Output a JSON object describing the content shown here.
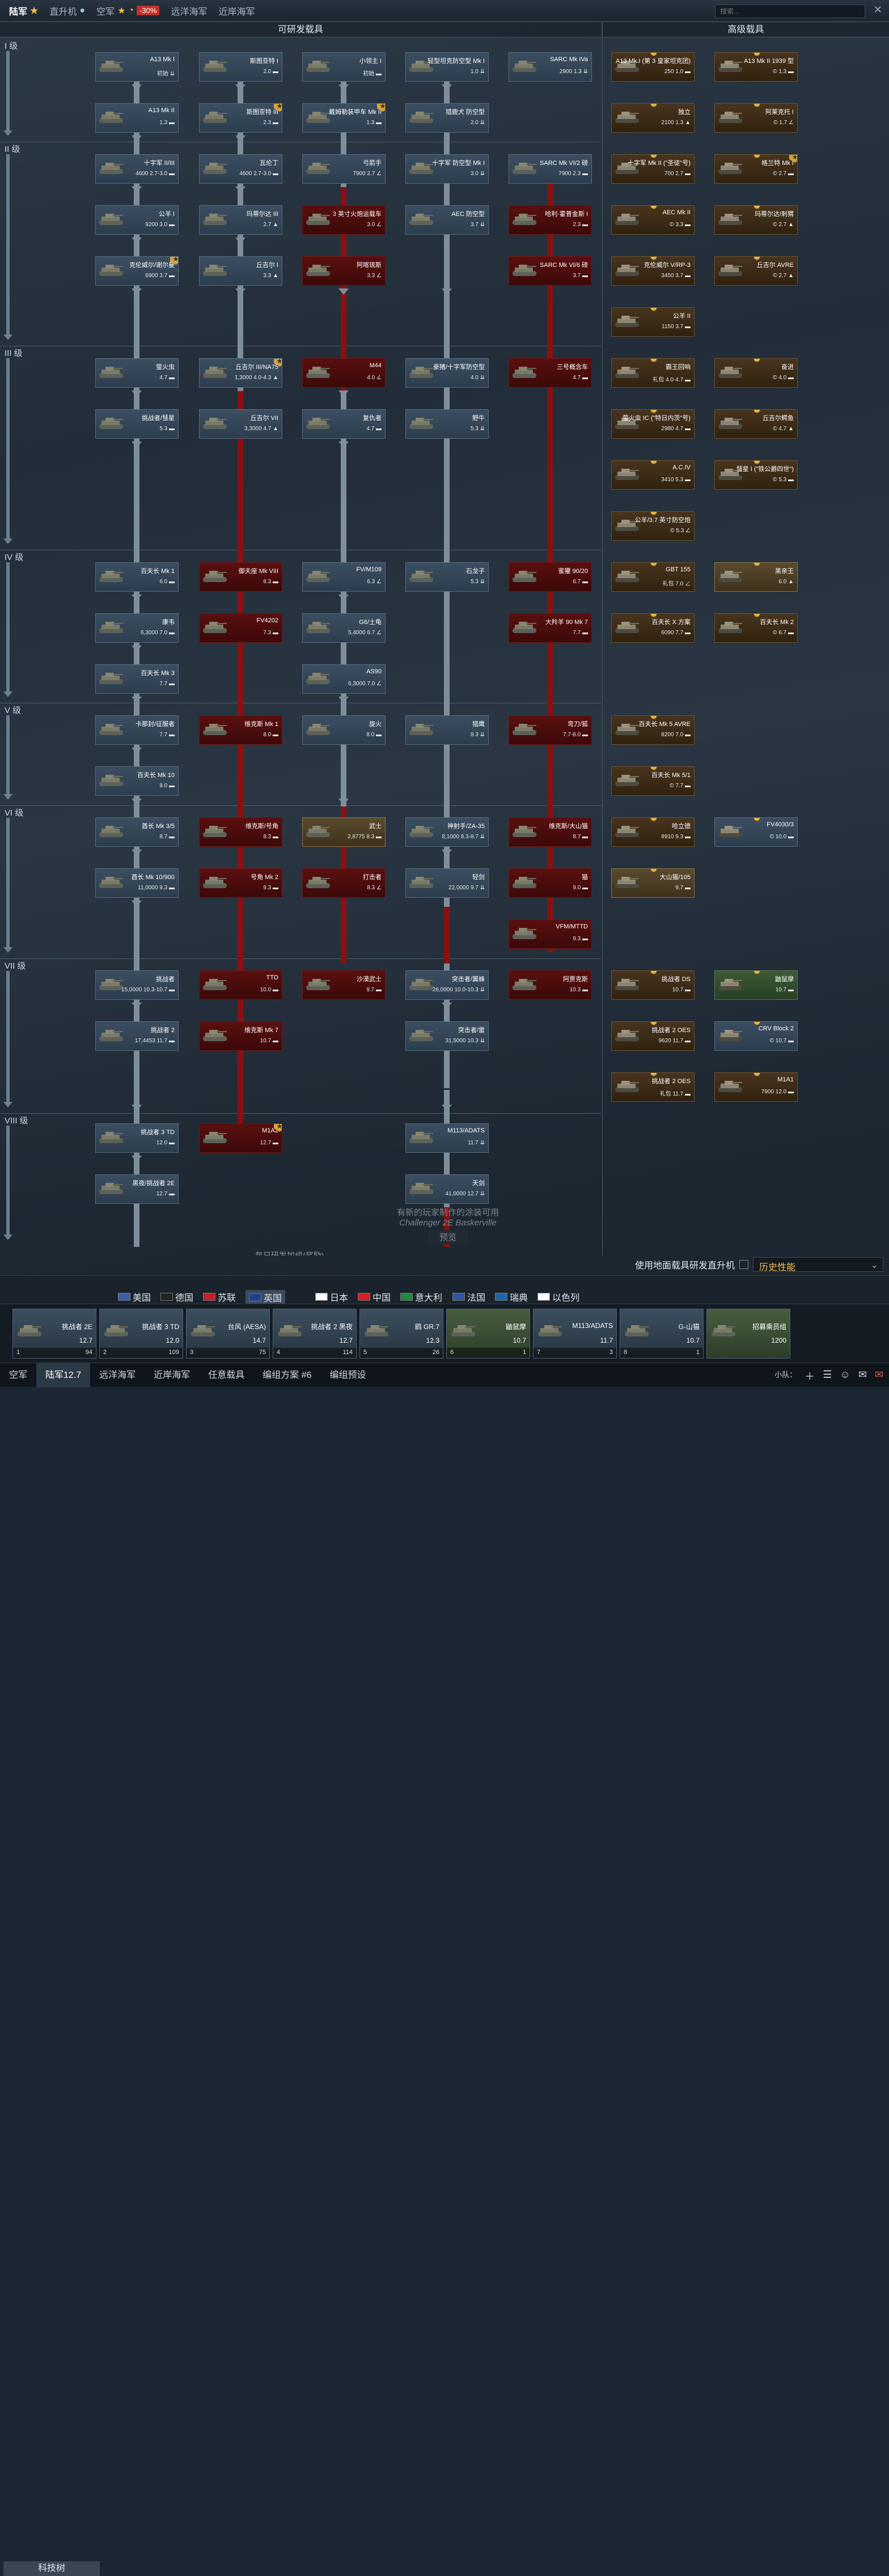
{
  "topbar": {
    "tabs": [
      {
        "label": "陆军"
      },
      {
        "label": "直升机"
      },
      {
        "label": "空军"
      },
      {
        "label": "远洋海军"
      },
      {
        "label": "近岸海军"
      }
    ],
    "discount": "-30%",
    "search_placeholder": "搜索..."
  },
  "headers": {
    "researchable": "可研发载具",
    "premium": "高级载具"
  },
  "ranks": [
    "I 级",
    "II 级",
    "III 级",
    "IV 级",
    "V 级",
    "VI 级",
    "VII 级",
    "VIII 级"
  ],
  "vehicles": [
    {
      "name": "A13 Mk I",
      "info": "初始 ⇊"
    },
    {
      "name": "斯图亚特 I",
      "info": "2.0 ▬"
    },
    {
      "name": "小领主 I",
      "info": "初始 ▬"
    },
    {
      "name": "轻型坦克防空型 Mk I",
      "info": "1.0 ⇊"
    },
    {
      "name": "SARC Mk IVa",
      "info": "2900 1.3 ⇊"
    },
    {
      "name": "A13 Mk II",
      "info": "1.3 ▬"
    },
    {
      "name": "斯图亚特 III",
      "info": "2.3 ▬"
    },
    {
      "name": "戴姆勒装甲车 Mk II",
      "info": "1.3 ▬"
    },
    {
      "name": "猎鹿犬 防空型",
      "info": "2.0 ⇊"
    },
    {
      "name": "十字军 II/III",
      "info": "4600 2.7-3.0 ▬"
    },
    {
      "name": "瓦伦丁",
      "info": "4600 2.7-3.0 ▬"
    },
    {
      "name": "弓箭手",
      "info": "7900 2.7 ∠"
    },
    {
      "name": "十字军 防空型 Mk I",
      "info": "3.0 ⇊"
    },
    {
      "name": "SARC Mk VI/2 磅",
      "info": "7900 2.3 ▬"
    },
    {
      "name": "公羊 I",
      "info": "9200 3.0 ▬"
    },
    {
      "name": "玛蒂尔达 III",
      "info": "2.7 ▲"
    },
    {
      "name": "3 英寸火炮运载车",
      "info": "3.0 ∠"
    },
    {
      "name": "AEC 防空型",
      "info": "3.7 ⇊"
    },
    {
      "name": "哈利·霍普金斯 I",
      "info": "2.3 ▬"
    },
    {
      "name": "克伦威尔/谢尔曼",
      "info": "6900 3.7 ▬"
    },
    {
      "name": "丘吉尔 I",
      "info": "3.3 ▲"
    },
    {
      "name": "阿喀琉斯",
      "info": "3.3 ∠"
    },
    {
      "name": "SARC Mk VI/6 磅",
      "info": "3.7 ▬"
    },
    {
      "name": "萤火虫",
      "info": "4.7 ▬"
    },
    {
      "name": "丘吉尔 III/NA75",
      "info": "1,3000 4.0-4.3 ▲"
    },
    {
      "name": "M44",
      "info": "4.0 ∠"
    },
    {
      "name": "豪猪/十字军防空型",
      "info": "4.0 ⇊"
    },
    {
      "name": "三号概念车",
      "info": "4.7 ▬"
    },
    {
      "name": "挑战者/彗星",
      "info": "5.3 ▬"
    },
    {
      "name": "丘吉尔 VII",
      "info": "3,3000 4.7 ▲"
    },
    {
      "name": "复仇者",
      "info": "4.7 ▬"
    },
    {
      "name": "野牛",
      "info": "5.3 ⇊"
    },
    {
      "name": "百夫长 Mk 1",
      "info": "6.0 ▬"
    },
    {
      "name": "御夫座 Mk VIII",
      "info": "6.3 ▬"
    },
    {
      "name": "FV/M109",
      "info": "6.3 ∠"
    },
    {
      "name": "石龙子",
      "info": "5.3 ⇊"
    },
    {
      "name": "蜜獾 90/20",
      "info": "6.7 ▬"
    },
    {
      "name": "康韦",
      "info": "6,3000 7.0 ▬"
    },
    {
      "name": "FV4202",
      "info": "7.3 ▬"
    },
    {
      "name": "G6/土龟",
      "info": "5,4000 6.7 ∠"
    },
    {
      "name": "大羚羊 90 Mk 7",
      "info": "7.7 ▬"
    },
    {
      "name": "百夫长 Mk 3",
      "info": "7.7 ▬"
    },
    {
      "name": "AS90",
      "info": "6,3000 7.0 ∠"
    },
    {
      "name": "卡那封/征服者",
      "info": "7.7 ▬"
    },
    {
      "name": "维克斯 Mk 1",
      "info": "8.0 ▬"
    },
    {
      "name": "旋火",
      "info": "8.0 ▬"
    },
    {
      "name": "猎鹰",
      "info": "8.3 ⇊"
    },
    {
      "name": "弯刀/狐",
      "info": "7.7-8.0 ▬"
    },
    {
      "name": "百夫长 Mk 10",
      "info": "8.0 ▬"
    },
    {
      "name": "酋长 Mk 3/5",
      "info": "8.7 ▬"
    },
    {
      "name": "维克斯/号角",
      "info": "8.3 ▬"
    },
    {
      "name": "武士",
      "info": "2,8775 8.3 ▬"
    },
    {
      "name": "神射手/ZA-35",
      "info": "8,1000 8.3-8.7 ⇊"
    },
    {
      "name": "维克斯/大山猫",
      "info": "8.7 ▬"
    },
    {
      "name": "酋长 Mk 10/900",
      "info": "11,0000 9.3 ▬"
    },
    {
      "name": "号角 Mk 2",
      "info": "9.3 ▬"
    },
    {
      "name": "打击者",
      "info": "8.3 ∠"
    },
    {
      "name": "轻剑",
      "info": "22,0000 9.7 ⇊"
    },
    {
      "name": "猫",
      "info": "9.0 ▬"
    },
    {
      "name": "VFM/MTTD",
      "info": "9.3 ▬"
    },
    {
      "name": "挑战者",
      "info": "15,0000 10.3-10.7 ▬"
    },
    {
      "name": "TTD",
      "info": "10.0 ▬"
    },
    {
      "name": "沙漠武士",
      "info": "9.7 ▬"
    },
    {
      "name": "突击者/翼蜂",
      "info": "26,0000 10.0-10.3 ⇊"
    },
    {
      "name": "阿贾克斯",
      "info": "10.3 ▬"
    },
    {
      "name": "挑战者 2",
      "info": "17,4453 11.7 ▬"
    },
    {
      "name": "维克斯 Mk 7",
      "info": "10.7 ▬"
    },
    {
      "name": "突击者/雷",
      "info": "31,5000 10.3 ⇊"
    },
    {
      "name": "挑战者 3 TD",
      "info": "12.0 ▬"
    },
    {
      "name": "M1A2",
      "info": "12.7 ▬"
    },
    {
      "name": "M113/ADATS",
      "info": "11.7 ⇊"
    },
    {
      "name": "黑夜/挑战者 2E",
      "info": "12.7 ▬"
    },
    {
      "name": "天剑",
      "info": "41,0000 12.7 ⇊"
    }
  ],
  "premium": [
    {
      "name": "A13 Mk I (第 3 皇家坦克团)",
      "info": "250 1.0 ▬"
    },
    {
      "name": "A13 Mk II 1939 型",
      "info": "© 1.3 ▬"
    },
    {
      "name": "独立",
      "info": "2100 1.3 ▲"
    },
    {
      "name": "阿莱克托 I",
      "info": "© 1.7 ∠"
    },
    {
      "name": "十字军 Mk II (\"圣徒\"号)",
      "info": "700 2.7 ▬"
    },
    {
      "name": "格兰特 Mk I",
      "info": "© 2.7 ▬"
    },
    {
      "name": "AEC Mk II",
      "info": "© 3.3 ▬"
    },
    {
      "name": "玛蒂尔达/刺猬",
      "info": "© 2.7 ▲"
    },
    {
      "name": "克伦威尔 V/RP-3",
      "info": "3450 3.7 ▬"
    },
    {
      "name": "丘吉尔 AVRE",
      "info": "© 2.7 ▲"
    },
    {
      "name": "公羊 II",
      "info": "1150 3.7 ▬"
    },
    {
      "name": "霸王回响",
      "info": "礼包 4.0-4.7 ▬"
    },
    {
      "name": "奋进",
      "info": "© 4.0 ▬"
    },
    {
      "name": "萤火虫 IC (\"特日内茨\"号)",
      "info": "2980 4.7 ▬"
    },
    {
      "name": "丘吉尔鳄鱼",
      "info": "© 4.7 ▲"
    },
    {
      "name": "A.C.IV",
      "info": "3410 5.3 ▬"
    },
    {
      "name": "彗星 I (\"铁公爵四世\")",
      "info": "© 5.3 ▬"
    },
    {
      "name": "公羊/3.7 英寸防空炮",
      "info": "© 5.3 ∠"
    },
    {
      "name": "GBT 155",
      "info": "礼包 7.0 ∠"
    },
    {
      "name": "黑亲王",
      "info": "6.0 ▲"
    },
    {
      "name": "百夫长 X 方案",
      "info": "6090 7.7 ▬"
    },
    {
      "name": "百夫长 Mk 2",
      "info": "© 6.7 ▬"
    },
    {
      "name": "百夫长 Mk 5 AVRE",
      "info": "8200 7.0 ▬"
    },
    {
      "name": "百夫长 Mk 5/1",
      "info": "© 7.7 ▬"
    },
    {
      "name": "哈立德",
      "info": "8910 9.3 ▬"
    },
    {
      "name": "FV4030/3",
      "info": "© 10.0 ▬"
    },
    {
      "name": "大山猫/105",
      "info": "9.7 ▬"
    },
    {
      "name": "挑战者 DS",
      "info": "10.7 ▬"
    },
    {
      "name": "鼬鼠摩",
      "info": "10.7 ▬"
    },
    {
      "name": "挑战者 2 OES",
      "info": "9620 11.7 ▬"
    },
    {
      "name": "CRV Block 2",
      "info": "© 10.7 ▬"
    },
    {
      "name": "挑战者 2 OES",
      "info": "礼包 11.7 ▬"
    },
    {
      "name": "M1A1",
      "info": "7900 12.0 ▬"
    }
  ],
  "hint": {
    "line1": "有新的玩家制作的涂装可用",
    "line2": "Challenger 2E Baskerville",
    "line3": "预览"
  },
  "footer_partial": "每日研发加成(奖励)",
  "controls": {
    "helicopter_research": "使用地面载具研发直升机",
    "perf": "历史性能"
  },
  "techtree": "科技树",
  "nations": [
    {
      "label": "美国"
    },
    {
      "label": "德国"
    },
    {
      "label": "苏联"
    },
    {
      "label": "英国"
    },
    {
      "label": "日本"
    },
    {
      "label": "中国"
    },
    {
      "label": "意大利"
    },
    {
      "label": "法国"
    },
    {
      "label": "瑞典"
    },
    {
      "label": "以色列"
    }
  ],
  "crew": [
    {
      "name": "挑战者 2E",
      "br": "12.7",
      "num": "1",
      "count": "94"
    },
    {
      "name": "挑战者 3 TD",
      "br": "12.0",
      "num": "2",
      "count": "109"
    },
    {
      "name": "台风 (AESA)",
      "br": "14.7",
      "num": "3",
      "count": "75"
    },
    {
      "name": "挑战者 2 黑夜",
      "br": "12.7",
      "num": "4",
      "count": "114"
    },
    {
      "name": "鹞 GR.7",
      "br": "12.3",
      "num": "5",
      "count": "26"
    },
    {
      "name": "鼬鼠摩",
      "br": "10.7",
      "num": "6",
      "count": "1"
    },
    {
      "name": "M113/ADATS",
      "br": "11.7",
      "num": "7",
      "count": "3"
    },
    {
      "name": "G-山猫",
      "br": "10.7",
      "num": "8",
      "count": "1"
    },
    {
      "name": "招募乘员组",
      "br": "1200",
      "num": "",
      "count": ""
    }
  ],
  "bottombar": [
    {
      "label": "空军"
    },
    {
      "label": "陆军",
      "extra": "12.7"
    },
    {
      "label": "远洋海军"
    },
    {
      "label": "近岸海军"
    },
    {
      "label": "任意载具"
    },
    {
      "label": "编组方案 #6"
    },
    {
      "label": "编组预设"
    }
  ],
  "squad": "小队："
}
